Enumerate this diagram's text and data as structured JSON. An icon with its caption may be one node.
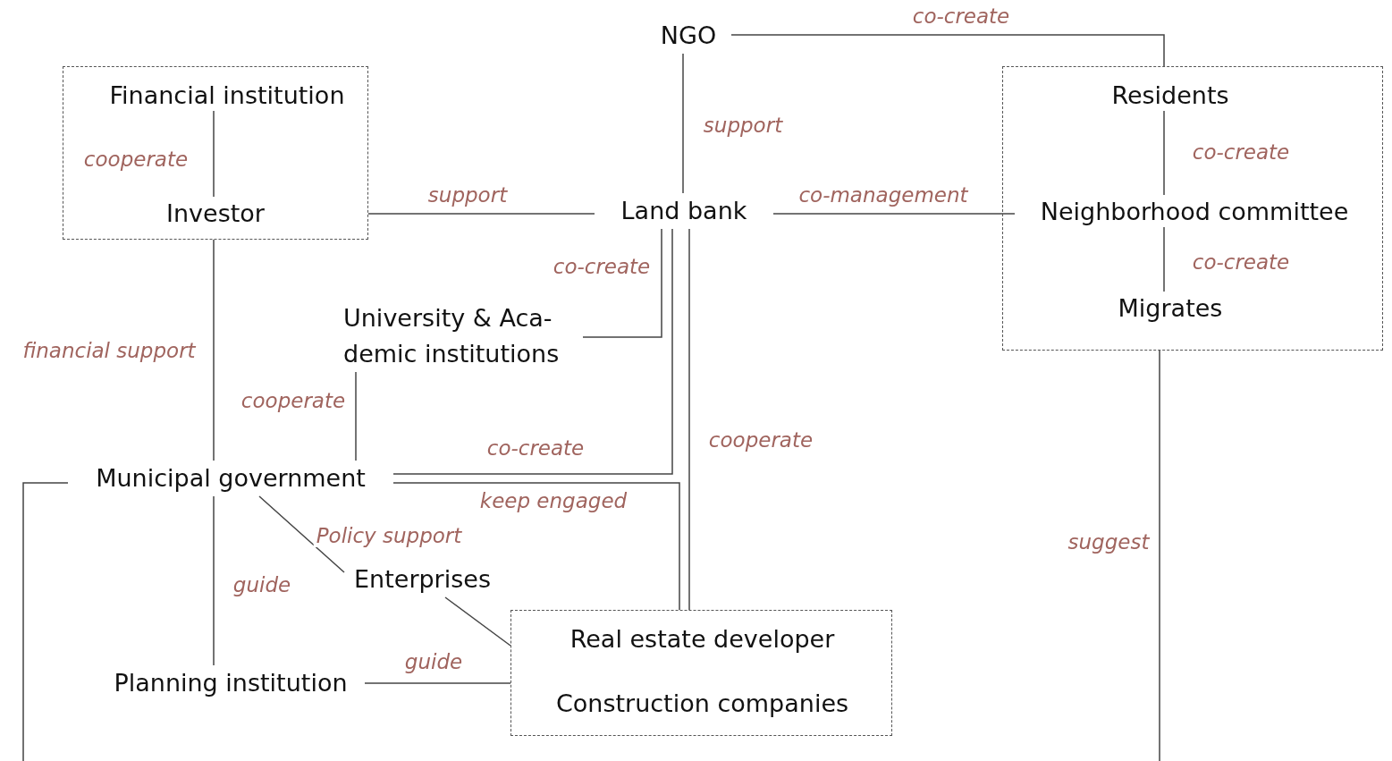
{
  "diagram": {
    "nodes": [
      {
        "text": [
          "NGO"
        ]
      },
      {
        "text": [],
        "shape": "box"
      },
      {
        "text": [
          "Financial institution"
        ],
        "in": 1
      },
      {
        "text": [
          "Investor"
        ],
        "in": 1
      },
      {
        "text": [
          "Land bank"
        ]
      },
      {
        "text": [],
        "shape": "box"
      },
      {
        "text": [
          "Residents"
        ],
        "in": 5
      },
      {
        "text": [
          "Neighborhood committee"
        ],
        "in": 5
      },
      {
        "text": [
          "Migrates"
        ],
        "in": 5
      },
      {
        "text": [
          "University & Aca- demic institutions"
        ]
      },
      {
        "text": [
          "Municipal government"
        ]
      },
      {
        "text": [
          "Enterprises"
        ]
      },
      {
        "text": [
          "Planning institution"
        ]
      },
      {
        "text": [],
        "shape": "box"
      },
      {
        "text": [
          "Real estate developer"
        ],
        "in": 13
      },
      {
        "text": [
          "Construction companies"
        ],
        "in": 13
      }
    ],
    "edges": [
      {
        "from": 0,
        "to": 5,
        "arrow": "none",
        "label": "co-create"
      },
      {
        "from": 0,
        "to": 4,
        "arrow": "none",
        "label": "support"
      },
      {
        "from": 2,
        "to": 3,
        "arrow": "none",
        "label": "cooperate"
      },
      {
        "from": 1,
        "to": 4,
        "arrow": "none",
        "label": "support"
      },
      {
        "from": 4,
        "to": 7,
        "arrow": "none",
        "label": "co-management"
      },
      {
        "from": 6,
        "to": 7,
        "arrow": "none",
        "label": "co-create"
      },
      {
        "from": 7,
        "to": 8,
        "arrow": "none",
        "label": "co-create"
      },
      {
        "from": 4,
        "to": 9,
        "arrow": "none",
        "label": "co-create"
      },
      {
        "from": 1,
        "to": 10,
        "arrow": "none",
        "label": "financial support"
      },
      {
        "from": 9,
        "to": 10,
        "arrow": "none",
        "label": "cooperate"
      },
      {
        "from": 10,
        "to": 4,
        "arrow": "none",
        "label": "co-create"
      },
      {
        "from": 10,
        "to": 13,
        "arrow": "none",
        "label": "keep engaged"
      },
      {
        "from": 4,
        "to": 13,
        "arrow": "none",
        "label": "cooperate"
      },
      {
        "from": 10,
        "to": 11,
        "arrow": "none",
        "label": "Policy support"
      },
      {
        "from": 11,
        "to": 13,
        "arrow": "none"
      },
      {
        "from": 10,
        "to": 12,
        "arrow": "none",
        "label": "guide"
      },
      {
        "from": 12,
        "to": 13,
        "arrow": "none",
        "label": "guide"
      },
      {
        "from": 10,
        "to": null,
        "arrow": "none"
      },
      {
        "from": 5,
        "to": null,
        "arrow": "none",
        "label": "suggest"
      }
    ]
  }
}
